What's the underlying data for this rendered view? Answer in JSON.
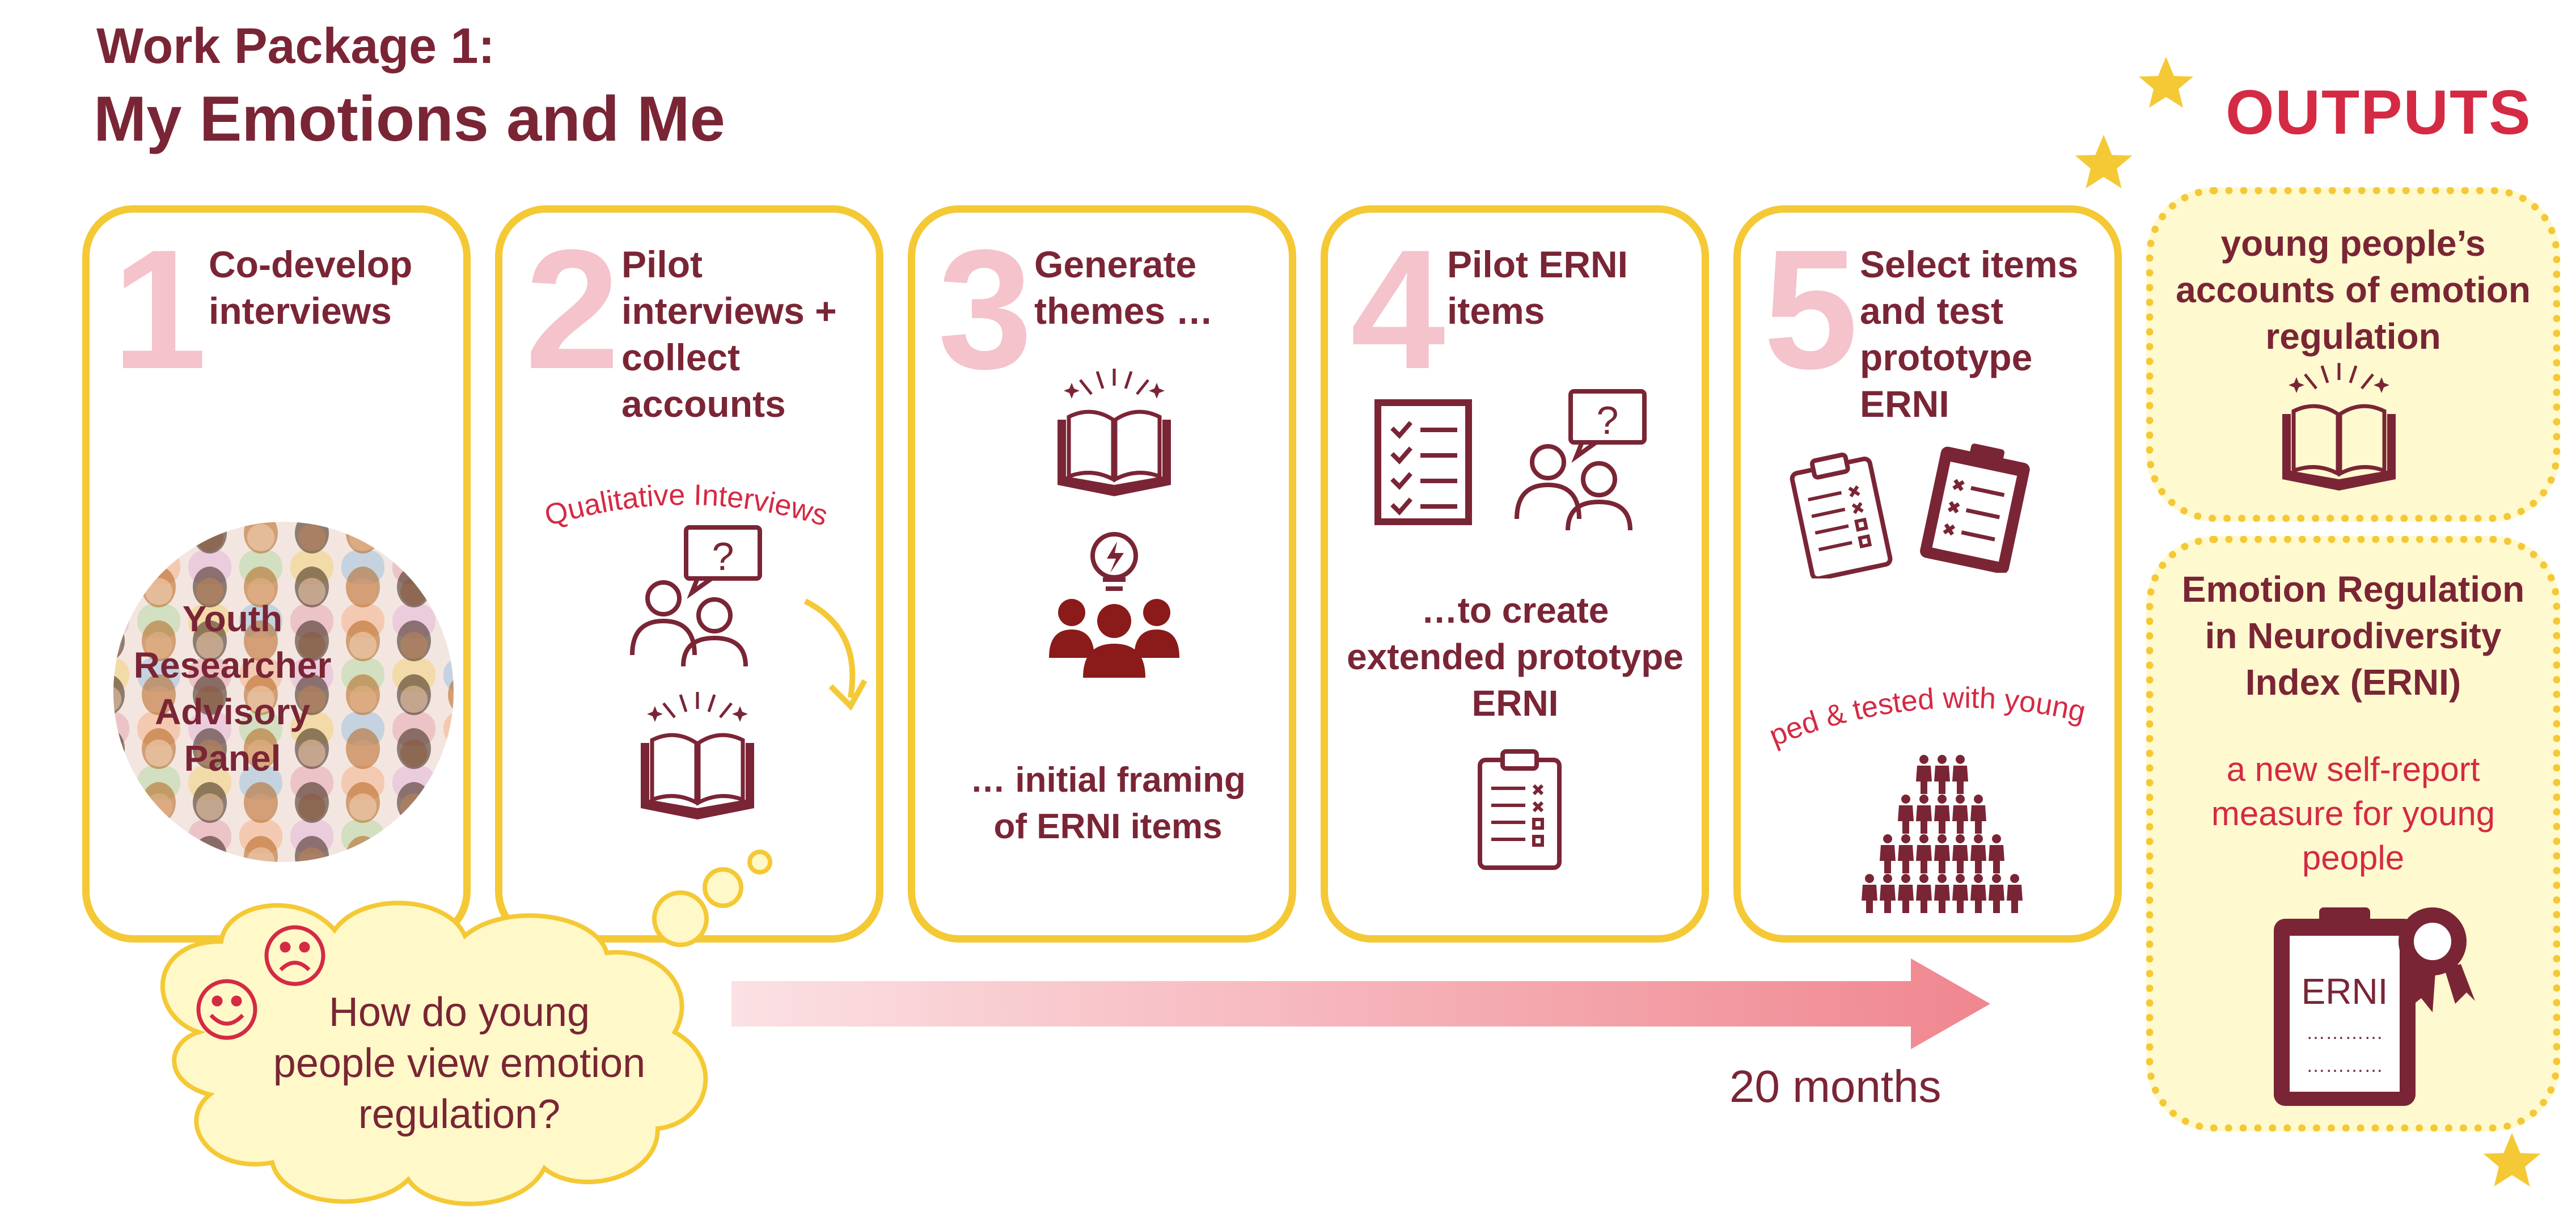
{
  "header": {
    "line1": "Work Package 1:",
    "line2": "My Emotions and Me",
    "outputs": "OUTPUTS"
  },
  "stages": [
    {
      "number": "1",
      "title": "Co-develop interviews",
      "center_text": "Youth Researcher Advisory Panel"
    },
    {
      "number": "2",
      "title": "Pilot interviews + collect accounts",
      "curve_label": "Qualitative Interviews"
    },
    {
      "number": "3",
      "title": "Generate themes …",
      "bottom_text": "… initial framing of  ERNI items"
    },
    {
      "number": "4",
      "title": "Pilot ERNI items",
      "middle_text": "…to  create extended prototype ERNI"
    },
    {
      "number": "5",
      "title": "Select items and test prototype ERNI",
      "curve_label": "developed & tested with young people"
    }
  ],
  "outputs": [
    {
      "title": "young people’s accounts of emotion regulation"
    },
    {
      "title": "Emotion Regulation in Neurodiversity Index (ERNI)",
      "subtitle": "a new self-report measure for young people",
      "badge": "ERNI",
      "dots1": "…………",
      "dots2": "…………"
    }
  ],
  "question_cloud": "How do young people view emotion regulation?",
  "timeline": "20 months",
  "colors": {
    "maroon": "#7a2535",
    "gold": "#f4c935",
    "pink": "#f4c3cb",
    "red": "#d42a44",
    "cream": "#fff9cf"
  },
  "icons": [
    "book-icon",
    "people-question-icon",
    "lightbulb-group-icon",
    "checklist-icon",
    "clipboard-icon",
    "crowd-icon",
    "certificate-icon",
    "star-icon",
    "smiley-icon",
    "sad-face-icon"
  ]
}
